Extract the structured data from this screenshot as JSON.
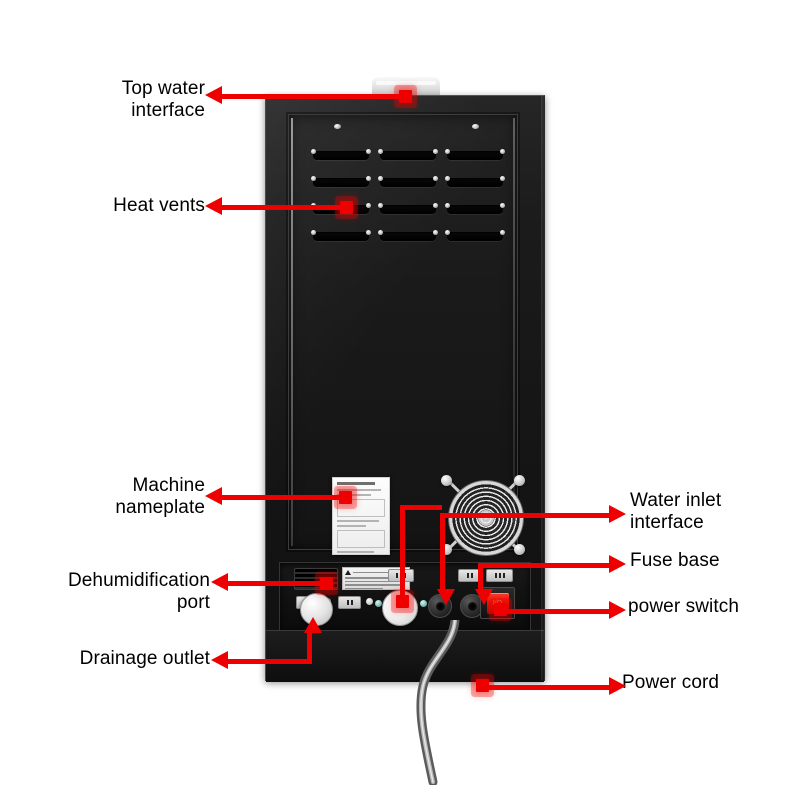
{
  "figure": {
    "subject": "rear view of a black water dispenser / purifier cabinet",
    "accent_color": "#ef0000",
    "body_color": "#171717",
    "background_color": "#ffffff"
  },
  "callouts": {
    "left": [
      {
        "id": "top-water-interface",
        "label": "Top water\ninterface"
      },
      {
        "id": "heat-vents",
        "label": "Heat vents"
      },
      {
        "id": "machine-nameplate",
        "label": "Machine\nnameplate"
      },
      {
        "id": "dehumidification-port",
        "label": "Dehumidification\nport"
      },
      {
        "id": "drainage-outlet",
        "label": "Drainage outlet"
      }
    ],
    "right": [
      {
        "id": "water-inlet-interface",
        "label": "Water inlet\ninterface"
      },
      {
        "id": "fuse-base",
        "label": "Fuse base"
      },
      {
        "id": "power-switch",
        "label": "power switch"
      },
      {
        "id": "power-cord",
        "label": "Power cord"
      }
    ]
  },
  "device": {
    "vents": {
      "columns": 3,
      "rows": 4
    },
    "nameplate": {
      "type": "printed-specification-sticker",
      "legible": false
    },
    "fan_grille": {
      "type": "circular-wire-mesh",
      "mounting_posts": 4
    },
    "warning_label": {
      "type": "safety-warning-sticker",
      "legible": false
    },
    "power_switch": {
      "type": "rocker",
      "state": "red-illuminated-cap"
    },
    "drainage_outlet": {
      "type": "round-cap"
    },
    "power_cord": {
      "type": "curved-cable"
    }
  }
}
